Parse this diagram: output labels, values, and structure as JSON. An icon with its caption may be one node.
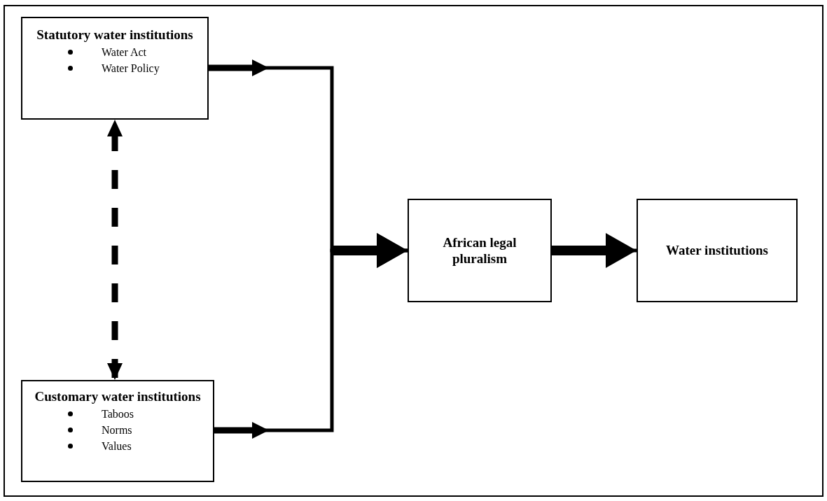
{
  "diagram": {
    "nodes": [
      {
        "text": [
          "Statutory water institutions",
          "Water Act",
          "Water Policy"
        ]
      },
      {
        "text": [
          "Customary water institutions",
          "Taboos",
          "Norms",
          "Values"
        ]
      },
      {
        "text": [
          "African legal pluralism"
        ]
      },
      {
        "text": [
          "Water institutions"
        ]
      }
    ],
    "edges": [
      {
        "from": 0,
        "to": 1,
        "arrow": "both",
        "style": "dashed"
      },
      {
        "from": 0,
        "to": 2,
        "arrow": "to"
      },
      {
        "from": 1,
        "to": 2,
        "arrow": "to"
      },
      {
        "from": 2,
        "to": 3,
        "arrow": "to"
      }
    ]
  }
}
